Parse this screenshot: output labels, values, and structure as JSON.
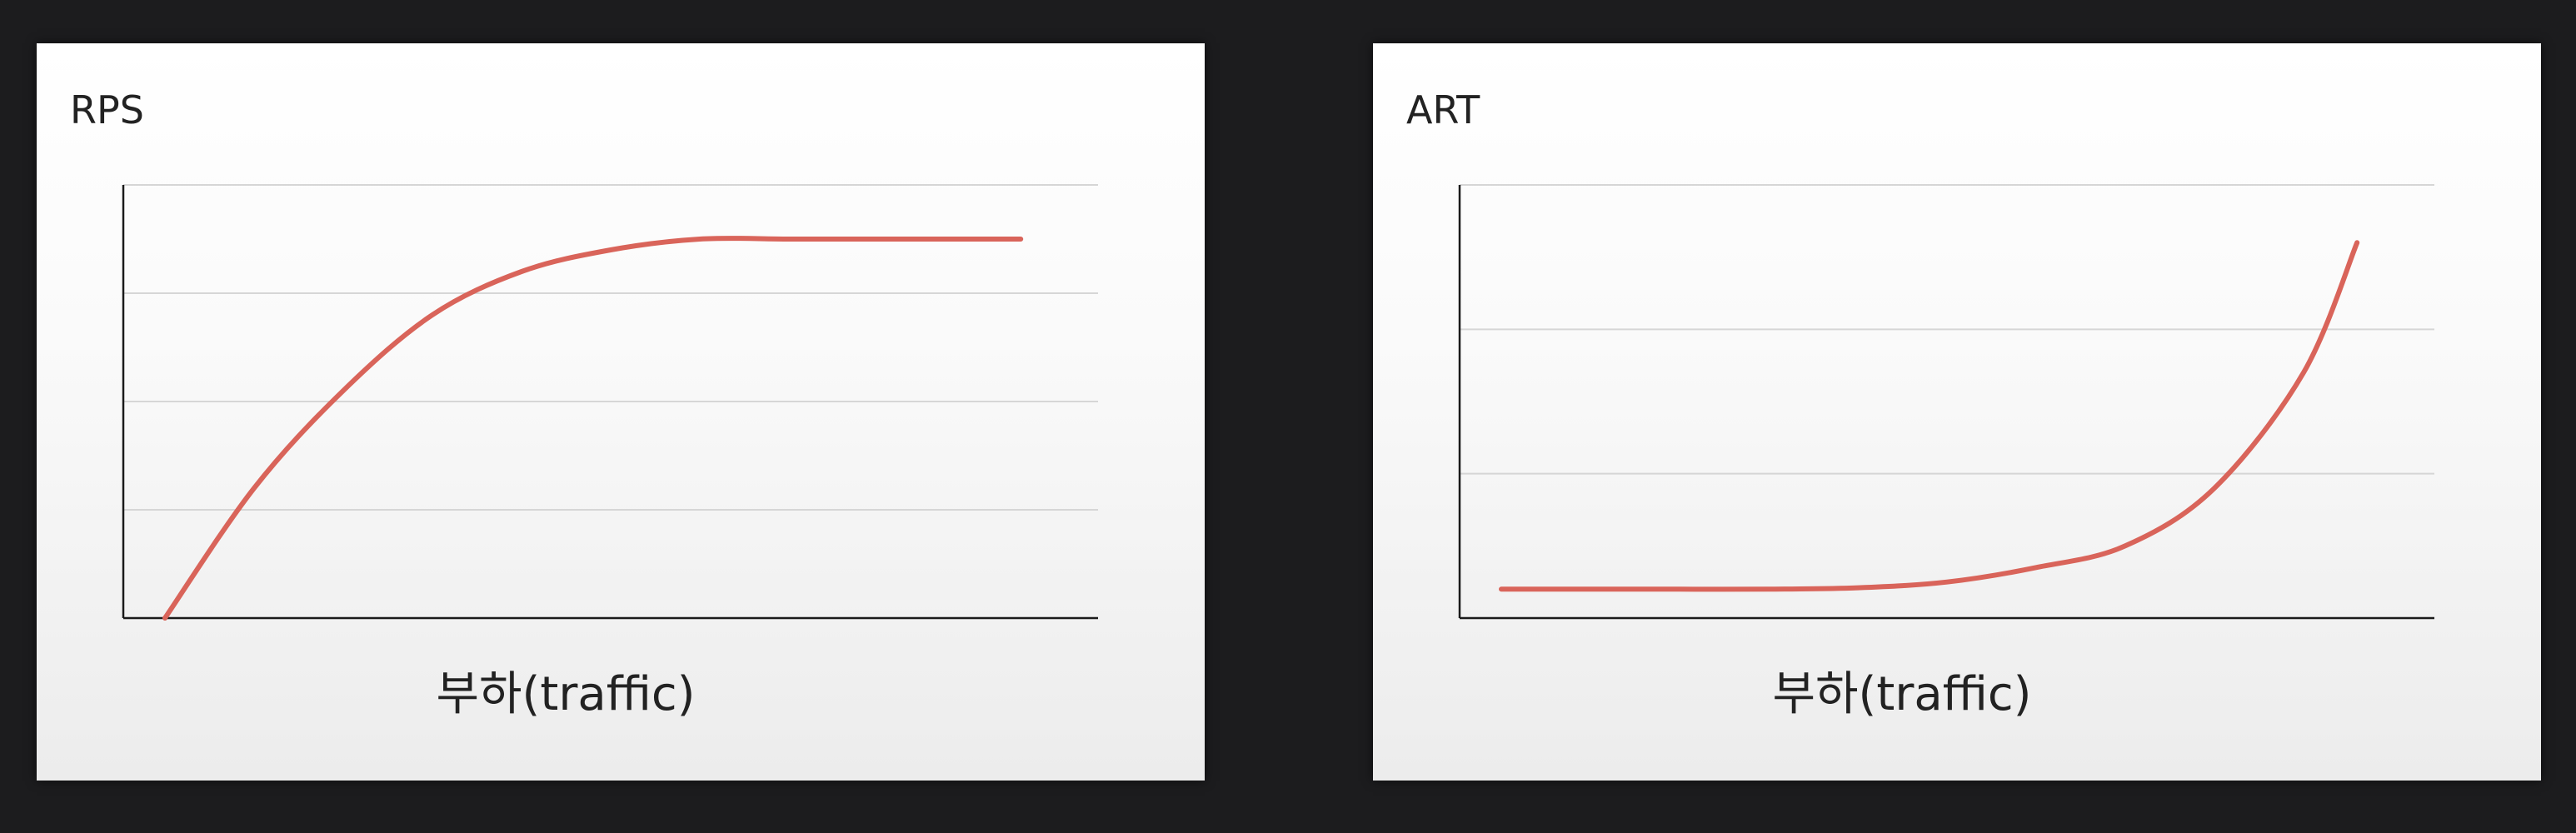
{
  "chart_data": [
    {
      "type": "line",
      "title": "RPS",
      "xlabel": "부하(traffic)",
      "ylabel": "",
      "xlim": [
        0,
        10
      ],
      "ylim": [
        0,
        4
      ],
      "grid": true,
      "line_color": "#d9645a",
      "series": [
        {
          "x": [
            0,
            1,
            2,
            3,
            4,
            5,
            6,
            7,
            8,
            9,
            9.6
          ],
          "values": [
            0,
            1.2,
            2.1,
            2.8,
            3.2,
            3.4,
            3.5,
            3.5,
            3.5,
            3.5,
            3.5
          ]
        }
      ]
    },
    {
      "type": "line",
      "title": "ART",
      "xlabel": "부하(traffic)",
      "ylabel": "",
      "xlim": [
        0,
        10
      ],
      "ylim": [
        0,
        3
      ],
      "grid": true,
      "line_color": "#d9645a",
      "series": [
        {
          "x": [
            0,
            1,
            2,
            3,
            4,
            5,
            6,
            7,
            8,
            9,
            9.6
          ],
          "values": [
            0.2,
            0.2,
            0.2,
            0.2,
            0.21,
            0.25,
            0.35,
            0.5,
            0.9,
            1.7,
            2.6
          ]
        }
      ]
    }
  ]
}
